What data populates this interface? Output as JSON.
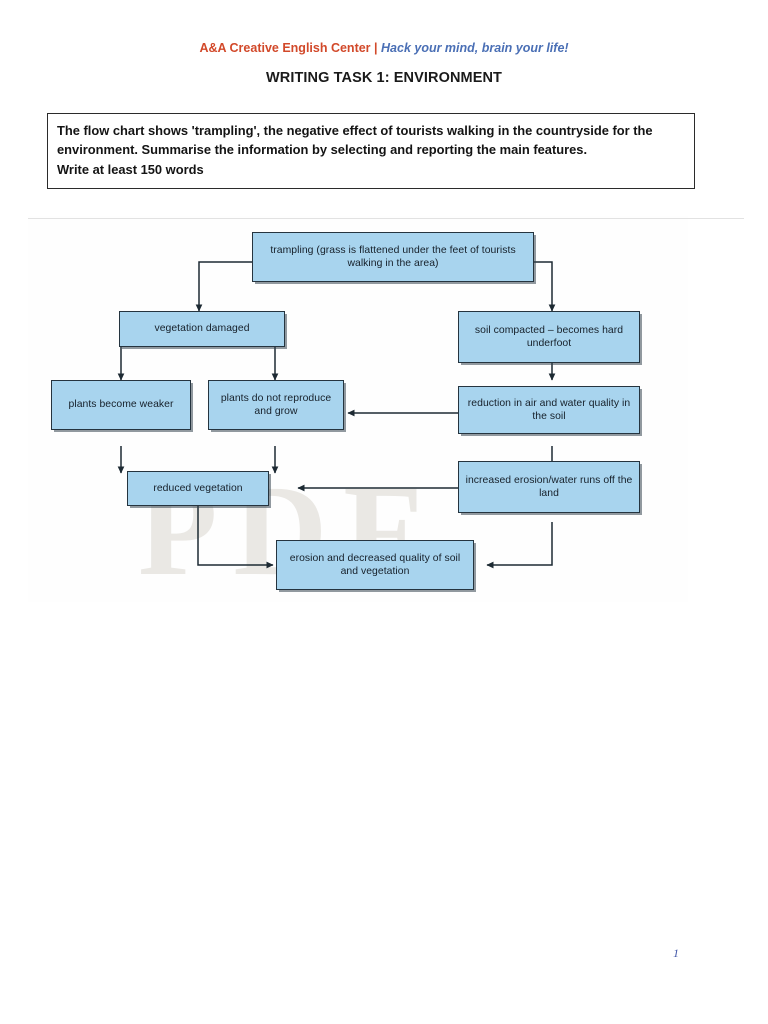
{
  "header": {
    "brand": "A&A Creative English Center",
    "separator": "|",
    "tagline": "Hack your mind, brain your life!"
  },
  "page_title": "WRITING TASK 1: ENVIRONMENT",
  "task_box": {
    "line1": "The flow chart shows 'trampling', the negative effect of tourists walking in the countryside for the environment. Summarise the information by selecting and reporting the main features.",
    "line2": "Write at least 150 words"
  },
  "figure": {
    "watermark_text": "PDF",
    "nodes": [
      {
        "id": "trampling",
        "label": "trampling (grass is flattened under the feet of tourists walking in the area)"
      },
      {
        "id": "vegetation",
        "label": "vegetation damaged"
      },
      {
        "id": "soil-compacted",
        "label": "soil compacted – becomes hard underfoot"
      },
      {
        "id": "plants-weaker",
        "label": "plants become weaker"
      },
      {
        "id": "plants-no-repro",
        "label": "plants do not reproduce and grow"
      },
      {
        "id": "reduction-air",
        "label": "reduction in air and water quality in the soil"
      },
      {
        "id": "reduced-veg",
        "label": "reduced vegetation"
      },
      {
        "id": "increased-erosion",
        "label": "increased erosion/water runs off the land"
      },
      {
        "id": "erosion-decreased",
        "label": "erosion and decreased quality of soil and vegetation"
      }
    ]
  },
  "page_number": "1",
  "colors": {
    "node_fill": "#a8d4ee",
    "node_border": "#25343f",
    "brand": "#d2492a",
    "tagline": "#4a6fb5",
    "page_number": "#4257a8"
  }
}
